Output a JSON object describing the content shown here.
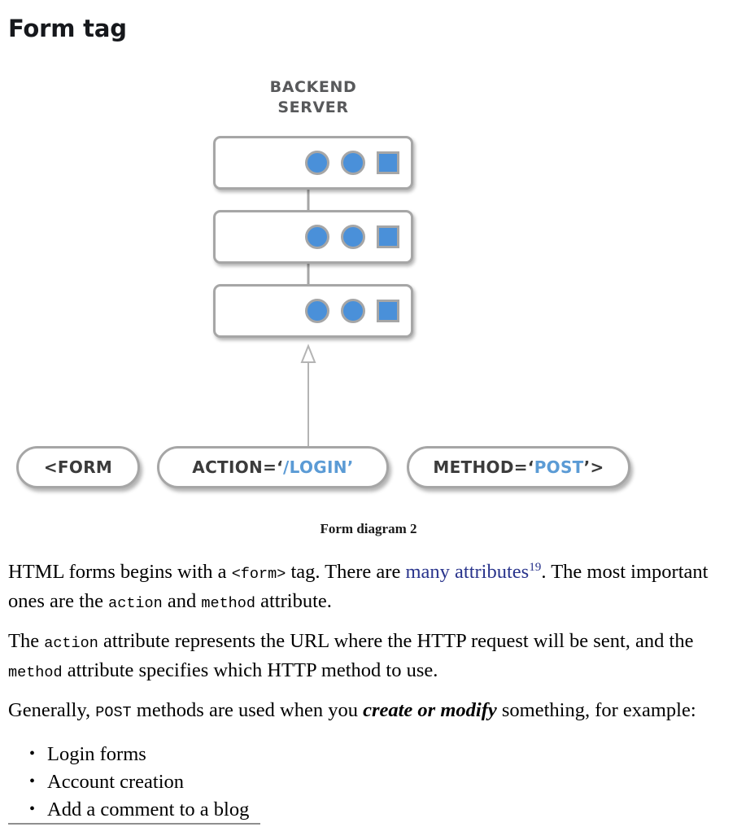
{
  "page": {
    "title": "Form tag"
  },
  "figure": {
    "server_label_line1": "BACKEND",
    "server_label_line2": "SERVER",
    "caption": "Form diagram 2",
    "racks": [
      {
        "name": "rack-top",
        "icons": [
          "circle-icon",
          "circle-icon",
          "square-icon"
        ]
      },
      {
        "name": "rack-middle",
        "icons": [
          "circle-icon",
          "circle-icon",
          "square-icon"
        ]
      },
      {
        "name": "rack-bottom",
        "icons": [
          "circle-icon",
          "circle-icon",
          "square-icon"
        ]
      }
    ],
    "arrow": "up-arrow-icon",
    "pills": [
      {
        "name": "form-tag-pill",
        "dark_prefix": "<FORM",
        "blue": "",
        "dark_suffix": ""
      },
      {
        "name": "action-attr-pill",
        "dark_prefix": "ACTION=‘",
        "blue": "/LOGIN’",
        "dark_suffix": ""
      },
      {
        "name": "method-attr-pill",
        "dark_prefix": "METHOD=‘",
        "blue": "POST",
        "dark_suffix": "’>"
      }
    ],
    "colors": {
      "shape_blue": "#4a90d9",
      "shape_border_gray": "#a6a6a6",
      "pill_blue_text": "#5b9bd5",
      "label_gray": "#58595b"
    }
  },
  "body": {
    "p1": {
      "t1": "HTML forms begins with a ",
      "code1": "<form>",
      "t2": " tag. There are ",
      "link": "many attributes",
      "link_sup": "19",
      "t3": ". The most important ones are the ",
      "code2": "action",
      "t4": " and ",
      "code3": "method",
      "t5": " attribute."
    },
    "p2": {
      "t1": "The ",
      "code1": "action",
      "t2": " attribute represents the URL where the HTTP request will be sent, and the ",
      "code2": "method",
      "t3": " attribute specifies which HTTP method to use."
    },
    "p3": {
      "t1": "Generally, ",
      "code1": "POST",
      "t2": " methods are used when you ",
      "emphasis": "create or modify",
      "t3": " something, for example:"
    },
    "bullets": [
      "Login forms",
      "Account creation",
      "Add a comment to a blog"
    ]
  }
}
